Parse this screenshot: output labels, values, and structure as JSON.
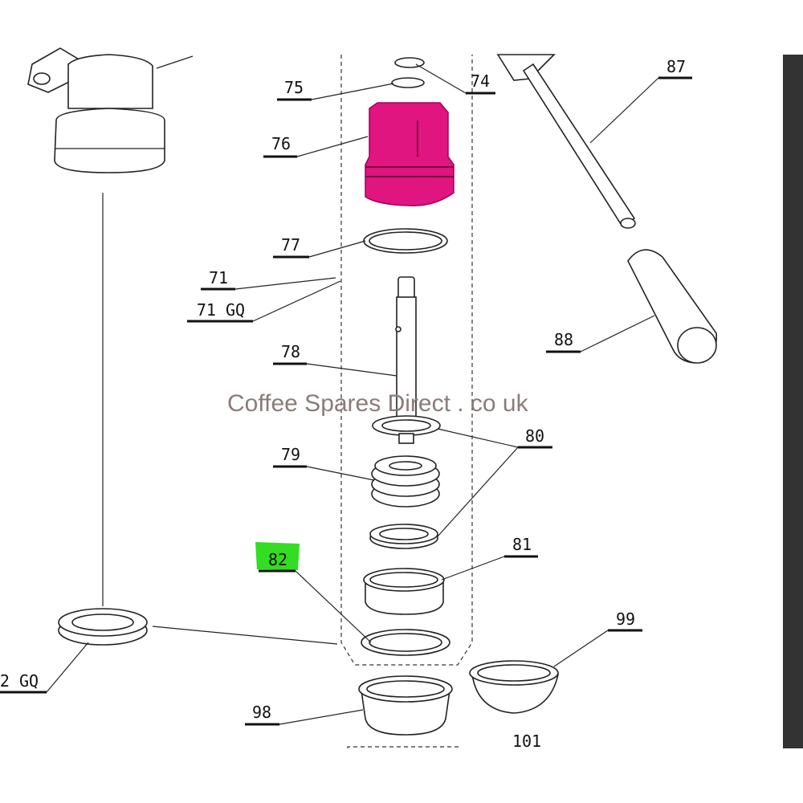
{
  "watermark": "Coffee Spares Direct . co uk",
  "colors": {
    "highlight_part": "#e0157f",
    "highlight_label": "#33dd22",
    "side_bar": "#333333"
  },
  "labels": {
    "p74": "74",
    "p75": "75",
    "p76": "76",
    "p77": "77",
    "p71": "71",
    "p71gq": "71 GQ",
    "p78": "78",
    "p79": "79",
    "p80": "80",
    "p81": "81",
    "p82": "82",
    "p87": "87",
    "p88": "88",
    "p98": "98",
    "p99": "99",
    "p101": "101",
    "p2gq": "2 GQ"
  }
}
